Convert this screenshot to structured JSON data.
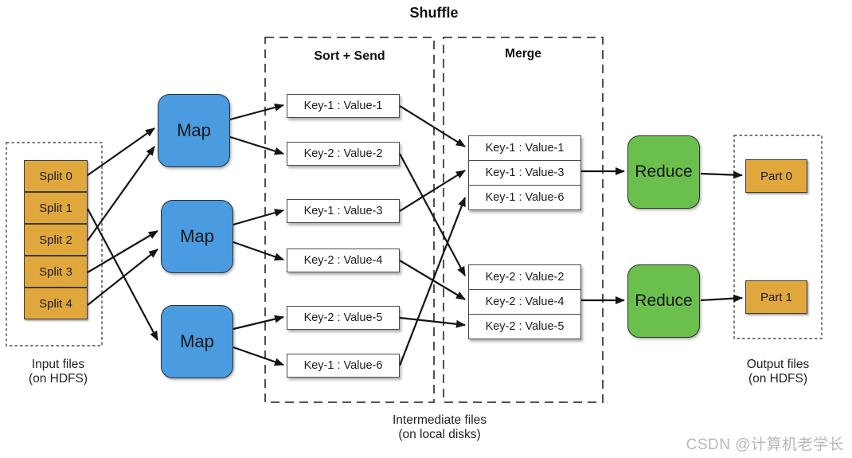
{
  "title": "Shuffle",
  "sections": {
    "sort_send": "Sort + Send",
    "merge": "Merge"
  },
  "input": {
    "caption_line1": "Input files",
    "caption_line2": "(on HDFS)",
    "splits": [
      "Split 0",
      "Split 1",
      "Split 2",
      "Split 3",
      "Split 4"
    ]
  },
  "maps": [
    "Map",
    "Map",
    "Map"
  ],
  "sort_send_records": [
    "Key-1 : Value-1",
    "Key-2 : Value-2",
    "Key-1 : Value-3",
    "Key-2 : Value-4",
    "Key-2 : Value-5",
    "Key-1 : Value-6"
  ],
  "merge_groups": [
    [
      "Key-1 : Value-1",
      "Key-1 : Value-3",
      "Key-1 : Value-6"
    ],
    [
      "Key-2 : Value-2",
      "Key-2 : Value-4",
      "Key-2 : Value-5"
    ]
  ],
  "reduces": [
    "Reduce",
    "Reduce"
  ],
  "output": {
    "caption_line1": "Output files",
    "caption_line2": "(on HDFS)",
    "parts": [
      "Part 0",
      "Part 1"
    ]
  },
  "intermediate": {
    "caption_line1": "Intermediate files",
    "caption_line2": "(on local disks)"
  },
  "watermark": "CSDN @计算机老学长",
  "colors": {
    "split-fill": "#e0a83c",
    "map-fill": "#4a9be0",
    "reduce-fill": "#6bbf4d",
    "part-fill": "#e0a83c",
    "arrow": "#141414",
    "watermark": "#b8b8b8"
  }
}
